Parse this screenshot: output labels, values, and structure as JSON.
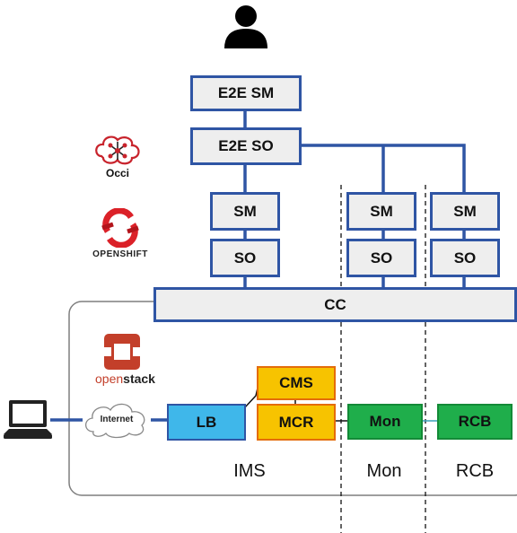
{
  "boxes": {
    "e2e_sm": "E2E SM",
    "e2e_so": "E2E SO",
    "sm_ims": "SM",
    "so_ims": "SO",
    "sm_mon": "SM",
    "so_mon": "SO",
    "sm_rcb": "SM",
    "so_rcb": "SO",
    "cc": "CC",
    "lb": "LB",
    "cms": "CMS",
    "mcr": "MCR",
    "mon": "Mon",
    "rcb": "RCB"
  },
  "cloud_label": "Internet",
  "logos": {
    "occi": "Occi",
    "openshift": "OPENSHIFT",
    "openstack_open": "open",
    "openstack_stack": "stack"
  },
  "zones": [
    "IMS",
    "Mon",
    "RCB"
  ],
  "colors": {
    "blue_border": "#2f55a4",
    "gray_fill": "#eeeeee",
    "lb_fill": "#3fb7ea",
    "orange_fill": "#f7c300",
    "orange_border": "#e46c0a",
    "green_fill": "#1fae4b",
    "openshift_red": "#db2128",
    "openstack_red": "#c33f2a"
  }
}
